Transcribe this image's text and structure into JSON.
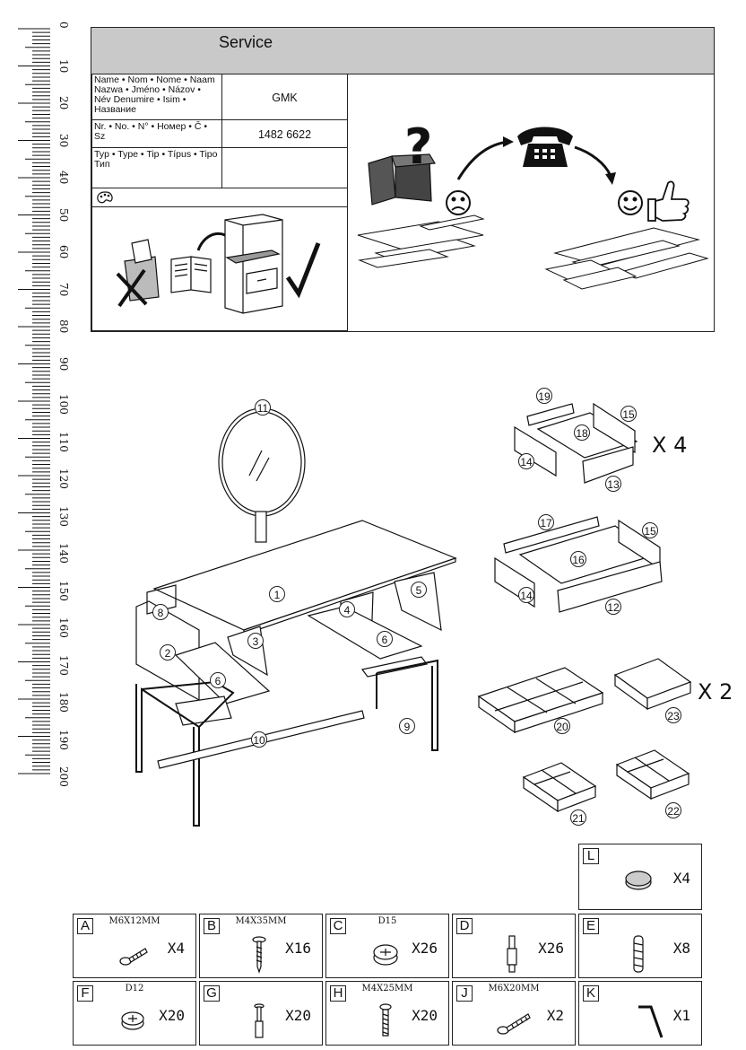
{
  "ruler": {
    "labels": [
      "0",
      "10",
      "20",
      "30",
      "40",
      "50",
      "60",
      "70",
      "80",
      "90",
      "100",
      "110",
      "120",
      "130",
      "140",
      "150",
      "160",
      "170",
      "180",
      "190",
      "200"
    ]
  },
  "service": {
    "title": "Service",
    "name_label": "Name • Nom • Nome • Naam Nazwa • Jméno • Názov • Név Denumire • Isim • Название",
    "name_value": "GMK",
    "number_label": "Nr. • No. • N° • Номер • Č • Sz",
    "number_value": "1482 6622",
    "type_label": "Typ • Type • Tip • Típus • Tipo Тип",
    "type_value": ""
  },
  "parts": {
    "labels": [
      "1",
      "2",
      "3",
      "4",
      "5",
      "6",
      "6",
      "8",
      "9",
      "10",
      "11",
      "12",
      "13",
      "14",
      "14",
      "15",
      "15",
      "16",
      "17",
      "18",
      "19",
      "20",
      "21",
      "22",
      "23"
    ],
    "drawer_small_qty": "X 4",
    "tray_qty": "X 2"
  },
  "hardware": [
    {
      "letter": "A",
      "size": "M6X12MM",
      "qty": "X4"
    },
    {
      "letter": "B",
      "size": "M4X35MM",
      "qty": "X16"
    },
    {
      "letter": "C",
      "size": "D15",
      "qty": "X26"
    },
    {
      "letter": "D",
      "size": "",
      "qty": "X26"
    },
    {
      "letter": "E",
      "size": "",
      "qty": "X8"
    },
    {
      "letter": "F",
      "size": "D12",
      "qty": "X20"
    },
    {
      "letter": "G",
      "size": "",
      "qty": "X20"
    },
    {
      "letter": "H",
      "size": "M4X25MM",
      "qty": "X20"
    },
    {
      "letter": "J",
      "size": "M6X20MM",
      "qty": "X2"
    },
    {
      "letter": "K",
      "size": "",
      "qty": "X1"
    },
    {
      "letter": "L",
      "size": "",
      "qty": "X4"
    }
  ]
}
